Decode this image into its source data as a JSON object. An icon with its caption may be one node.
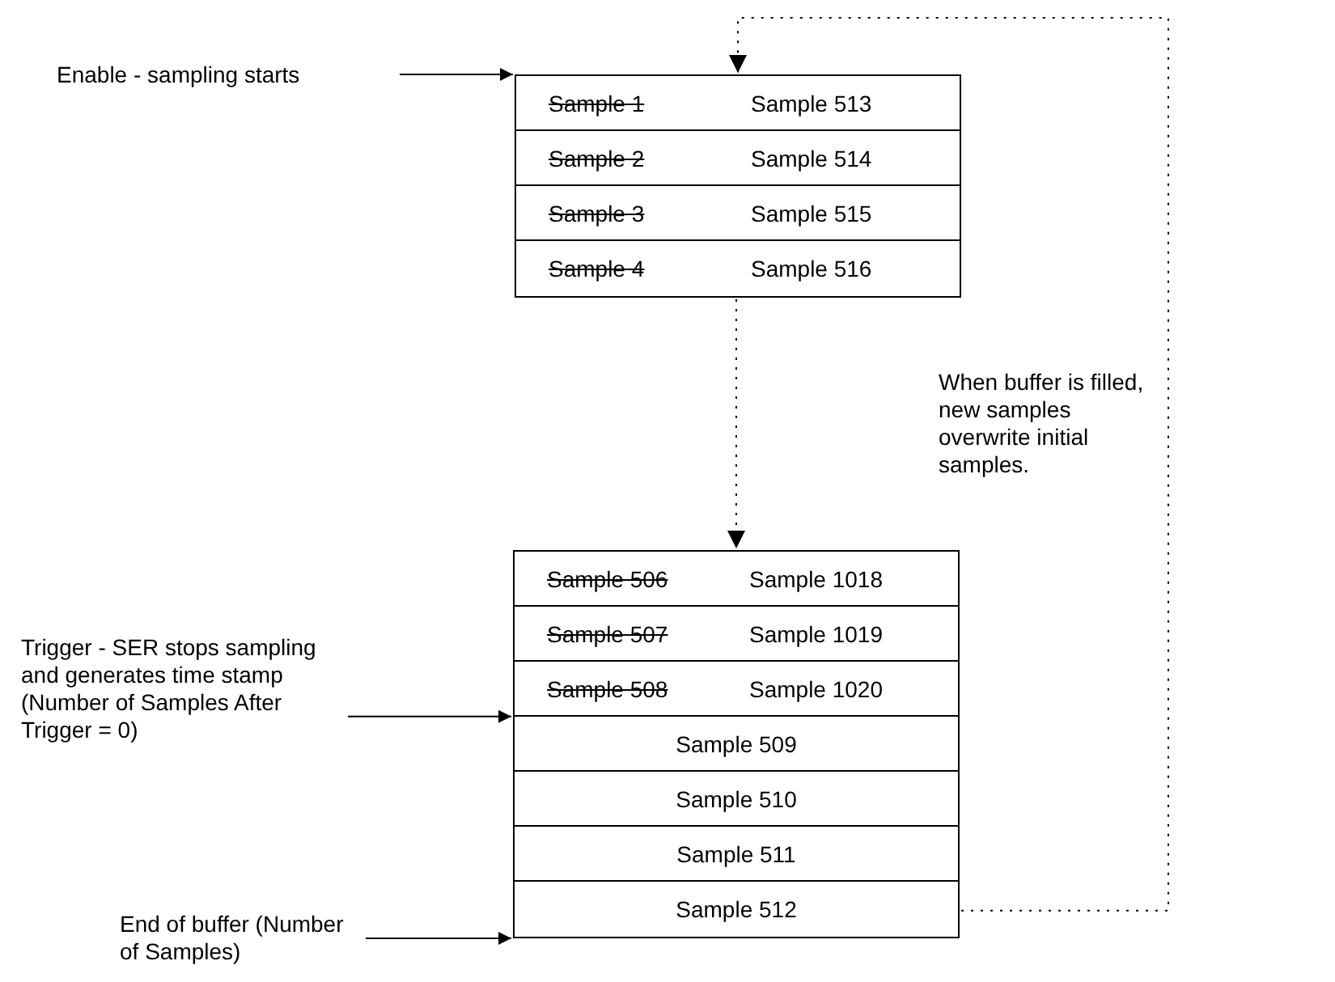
{
  "diagram": {
    "nodes": [
      {
        "text": [],
        "shape": "box"
      },
      {
        "text": [
          "Sample 1",
          "Sample 513"
        ],
        "in": 0
      },
      {
        "text": [
          "Sample 2",
          "Sample 514"
        ],
        "in": 0
      },
      {
        "text": [
          "Sample 3",
          "Sample 515"
        ],
        "in": 0
      },
      {
        "text": [
          "Sample 4",
          "Sample 516"
        ],
        "in": 0
      },
      {
        "text": [],
        "shape": "box"
      },
      {
        "text": [
          "Sample 506",
          "Sample 1018"
        ],
        "in": 5
      },
      {
        "text": [
          "Sample 507",
          "Sample 1019"
        ],
        "in": 5
      },
      {
        "text": [
          "Sample 508",
          "Sample 1020"
        ],
        "in": 5
      },
      {
        "text": [
          "Sample 509"
        ],
        "in": 5
      },
      {
        "text": [
          "Sample 510"
        ],
        "in": 5
      },
      {
        "text": [
          "Sample 511"
        ],
        "in": 5
      },
      {
        "text": [
          "Sample 512"
        ],
        "in": 5
      },
      {
        "text": [
          "Enable - sampling starts"
        ]
      },
      {
        "text": [
          "Trigger - SER stops sampling and generates time stamp (Number of Samples After Trigger = 0)"
        ]
      },
      {
        "text": [
          "End of buffer (Number of Samples)"
        ]
      }
    ],
    "edges": [
      {
        "from": 13,
        "to": 0,
        "arrow": "to"
      },
      {
        "from": 0,
        "to": 5,
        "arrow": "to",
        "style": "dashed"
      },
      {
        "from": 14,
        "to": 5,
        "arrow": "to"
      },
      {
        "from": 15,
        "to": 5,
        "arrow": "to"
      },
      {
        "from": 5,
        "to": 0,
        "arrow": "to",
        "style": "dashed"
      }
    ],
    "labels": [
      "When buffer is filled, new samples overwrite initial samples."
    ]
  }
}
